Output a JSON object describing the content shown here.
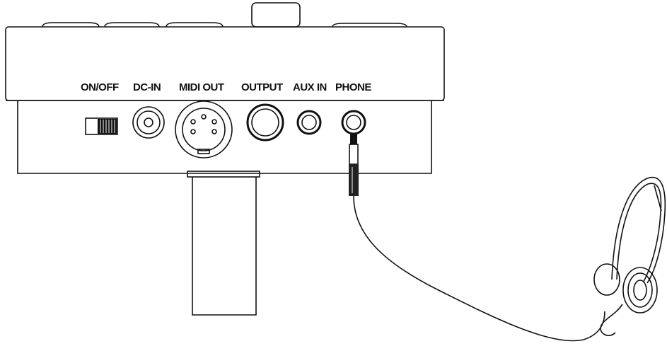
{
  "labels": {
    "on_off": "ON/OFF",
    "dc_in": "DC-IN",
    "midi_out": "MIDI OUT",
    "output": "OUTPUT",
    "aux_in": "AUX IN",
    "phone": "PHONE"
  },
  "colors": {
    "line": "#111111",
    "background": "#ffffff"
  }
}
